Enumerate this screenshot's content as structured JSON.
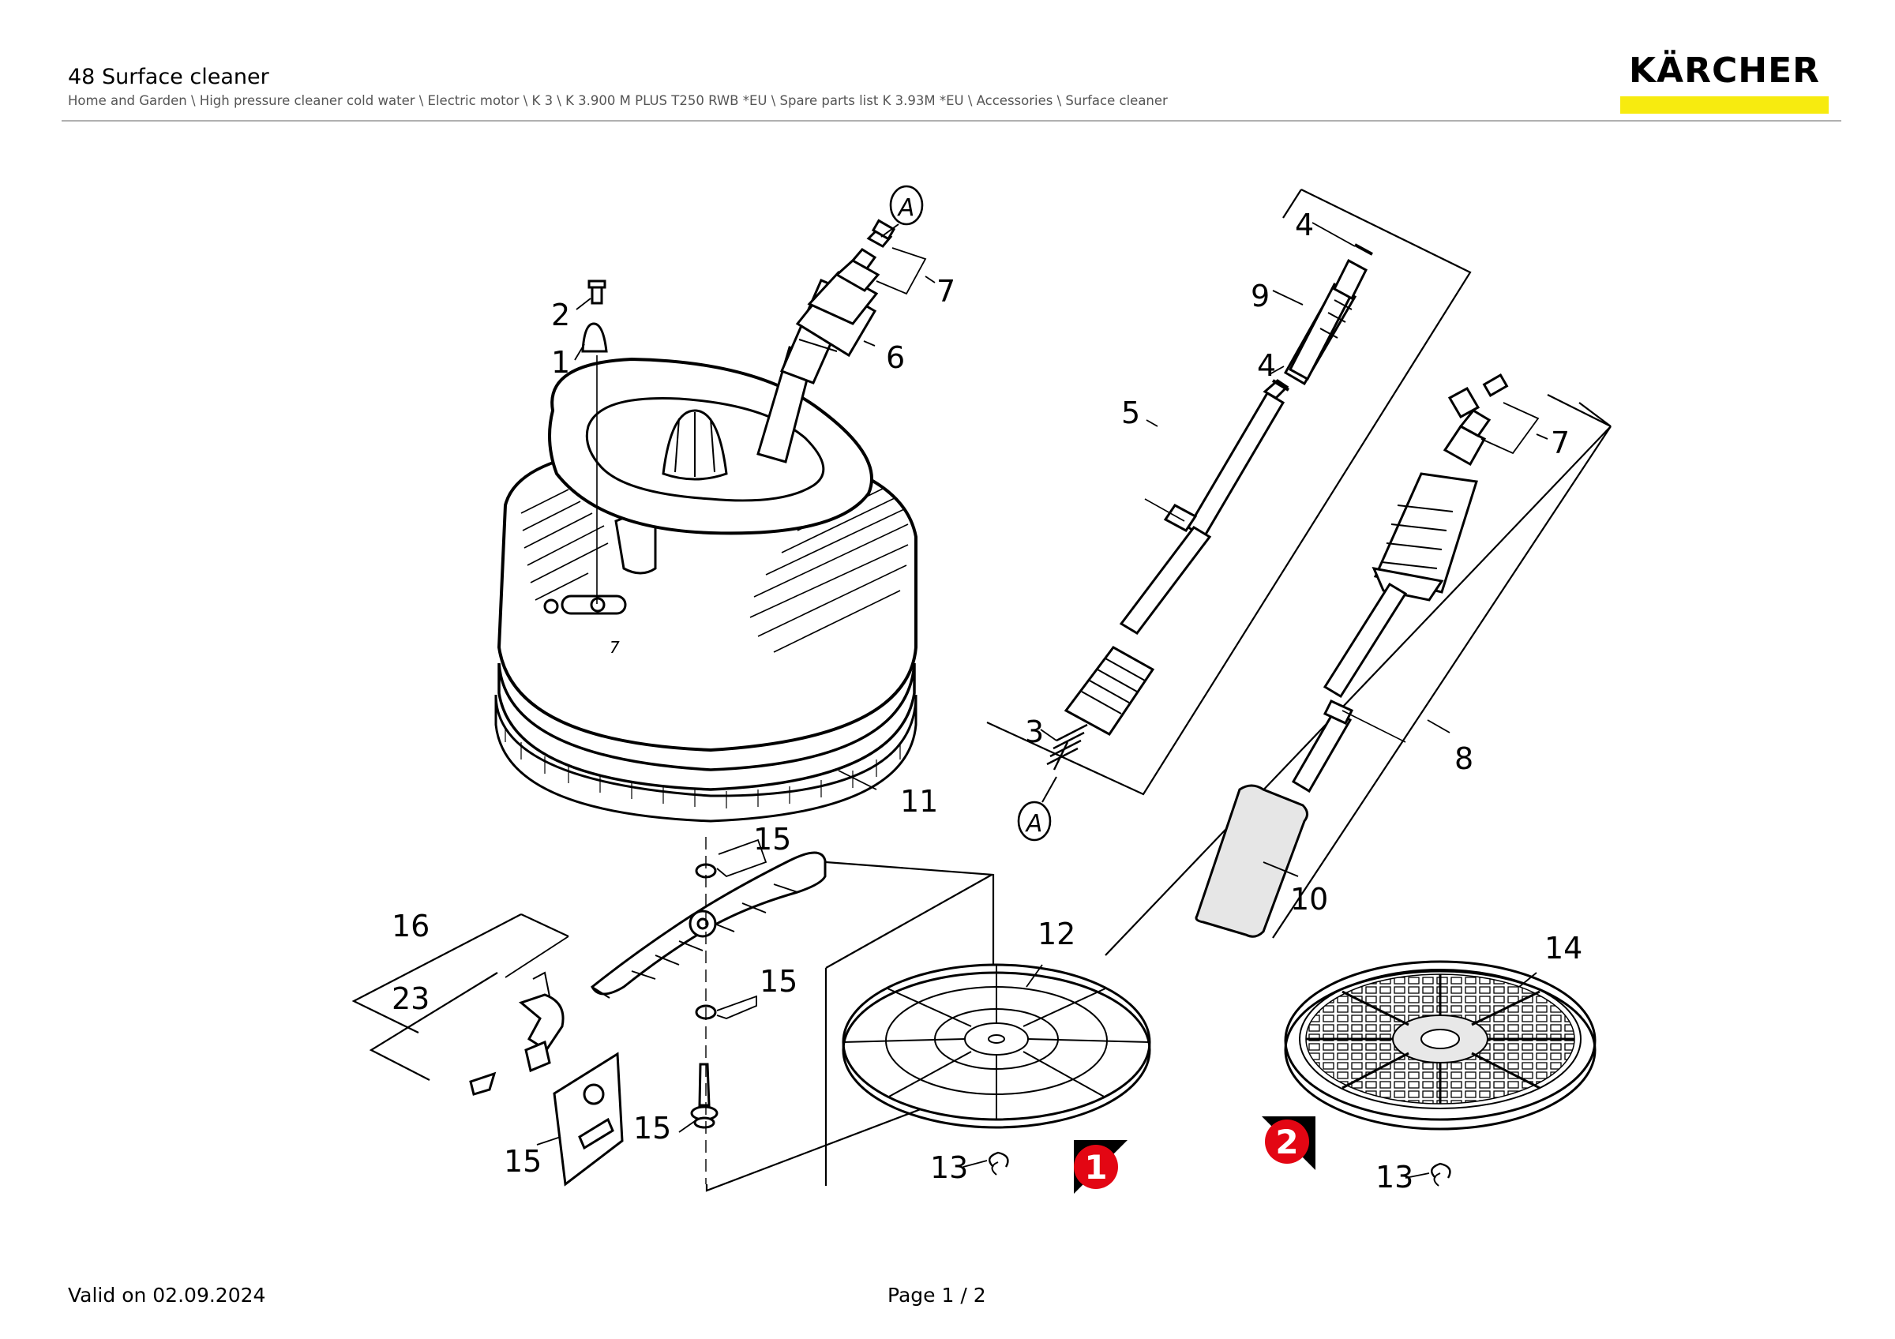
{
  "header": {
    "title": "48 Surface cleaner",
    "breadcrumb": "Home and Garden \\ High pressure cleaner cold water \\ Electric motor \\ K 3 \\ K 3.900 M PLUS T250 RWB *EU \\ Spare parts list K 3.93M *EU \\ Accessories \\ Surface cleaner",
    "logo_text": "KÄRCHER",
    "logo_color": "#f7eb0f"
  },
  "diagram": {
    "labels": {
      "p1": "1",
      "p2": "2",
      "p3": "3",
      "p4a": "4",
      "p4b": "4",
      "p5": "5",
      "p6": "6",
      "p7a": "7",
      "p7b": "7",
      "p8": "8",
      "p9": "9",
      "p10": "10",
      "p11": "11",
      "p12": "12",
      "p13a": "13",
      "p13b": "13",
      "p14": "14",
      "p15a": "15",
      "p15b": "15",
      "p15c": "15",
      "p15d": "15",
      "p16": "16",
      "p23": "23",
      "ref_a1": "A",
      "ref_a2": "A",
      "variant1": "1",
      "variant2": "2",
      "housing_mark": "7"
    },
    "variant_color": "#e30613"
  },
  "footer": {
    "valid": "Valid on 02.09.2024",
    "page": "Page 1 / 2"
  }
}
